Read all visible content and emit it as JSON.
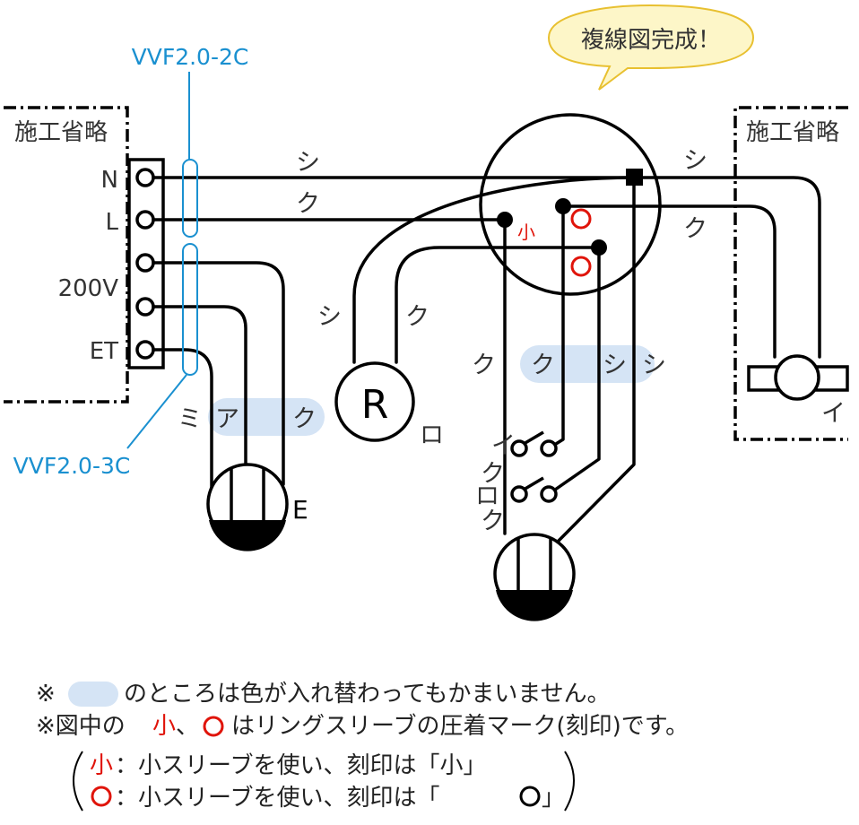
{
  "bubble": {
    "text": "複線図完成！",
    "fill": "#fdf6c8",
    "stroke": "#e8c030"
  },
  "cables": {
    "top": "VVF2.0-2C",
    "bottom": "VVF2.0-3C",
    "color": "#1a90d0"
  },
  "omitted_left": "施工省略",
  "omitted_right": "施工省略",
  "terminals": [
    "N",
    "L",
    "200V",
    "ET"
  ],
  "wire_labels": {
    "n_top": "シ",
    "l_top": "ク",
    "right_top_shi": "シ",
    "right_top_ku": "ク",
    "lamp_r_shi": "シ",
    "lamp_r_ku": "ク",
    "sw_ku1": "ク",
    "sw_ku2": "ク",
    "sw_shi1": "シ",
    "sw_shi2": "シ",
    "outlet_mi": "ミ",
    "outlet_a": "ア",
    "outlet_ku": "ク"
  },
  "devices": {
    "lamp_r": "R",
    "lamp_r_tag": "ロ",
    "lamp_i_tag": "イ",
    "outlet_e": "E",
    "switch_i": "イ",
    "switch_ro": "ロ",
    "switch_ku1": "ク",
    "switch_ku2": "ク"
  },
  "marks": {
    "small": "小"
  },
  "highlight_color": "#d5e4f5",
  "mark_color": "#e0140a",
  "notes": {
    "line1_prefix": "※",
    "line1_text": "のところは色が入れ替わってもかまいません。",
    "line2_prefix": "※図中の",
    "line2_small": "小",
    "line2_sep": "、",
    "line2_text": "はリングスリーブの圧着マーク(刻印)です。",
    "line3_small": "小",
    "line3_text": "：小スリーブを使い、刻印は「小」",
    "line4_text_a": "：小スリーブを使い、刻印は「",
    "line4_text_b": "」"
  }
}
